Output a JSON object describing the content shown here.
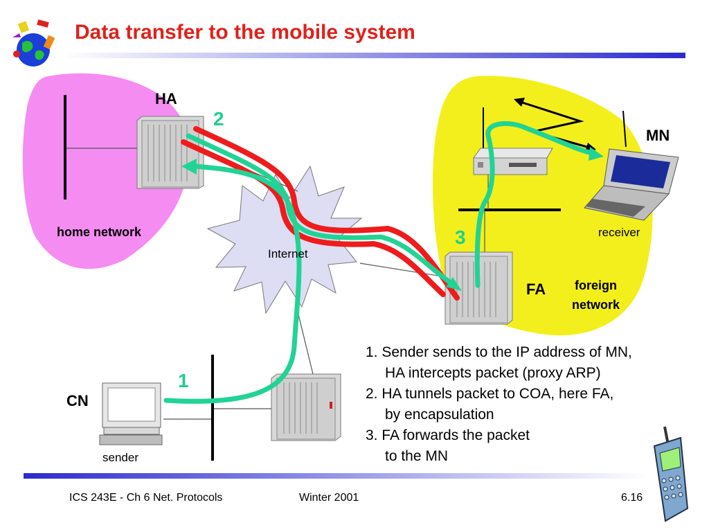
{
  "title": "Data transfer to the mobile system",
  "labels": {
    "ha": "HA",
    "mn": "MN",
    "fa": "FA",
    "cn": "CN",
    "home_network": "home network",
    "foreign_network_line1": "foreign",
    "foreign_network_line2": "network",
    "internet": "Internet",
    "receiver": "receiver",
    "sender": "sender"
  },
  "step_numbers": [
    "1",
    "2",
    "3"
  ],
  "steps": [
    {
      "line1": "1. Sender sends to the IP address of MN,",
      "line2": "HA intercepts packet (proxy ARP)"
    },
    {
      "line1": "2. HA tunnels packet to COA, here FA,",
      "line2": "by encapsulation"
    },
    {
      "line1": "3. FA forwards the packet",
      "line2": "to the MN"
    }
  ],
  "footer": {
    "course": "ICS 243E - Ch 6 Net. Protocols",
    "term": "Winter 2001",
    "page": "6.16"
  },
  "colors": {
    "title": "#e0211b",
    "home_network": "#f58cf2",
    "foreign_network": "#f3ef1c",
    "internet_cloud": "#ddddf4",
    "tunnel": "#ee1c1c",
    "path": "#21d394"
  }
}
